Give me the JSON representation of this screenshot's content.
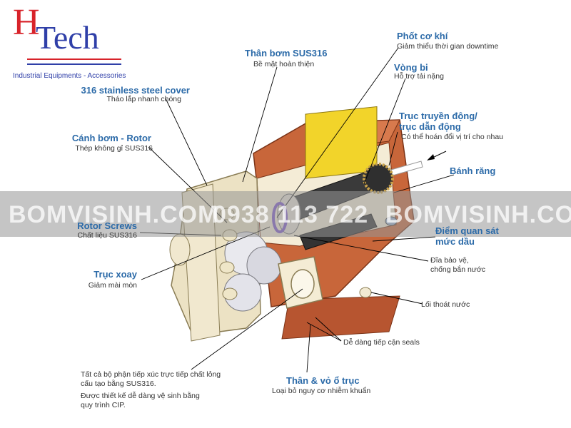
{
  "logo": {
    "letter": "H",
    "word": "Tech",
    "tagline": "Industrial Equipments - Accessories"
  },
  "watermark": {
    "left": "BOMVISINH.COM",
    "middle": "0938 113 722",
    "right": "BOMVISINH.COM"
  },
  "labels": {
    "cover": {
      "title": "316 stainless steel cover",
      "sub": "Tháo lắp nhanh chóng"
    },
    "rotor": {
      "title": "Cánh bơm - Rotor",
      "sub": "Thép không gỉ SUS316"
    },
    "body": {
      "title": "Thân bơm SUS316",
      "sub": "Bề mặt hoàn thiện"
    },
    "seal": {
      "title": "Phốt cơ khí",
      "sub": "Giảm thiểu thời gian downtime"
    },
    "bearing": {
      "title": "Vòng bi",
      "sub": "Hỗ trợ tải nặng"
    },
    "shaft": {
      "title1": "Trục truyền động/",
      "title2": "trục dẫn động",
      "sub": "Có thể hoán đổi vị trí cho nhau"
    },
    "gear": {
      "title": "Bánh răng"
    },
    "oil": {
      "title1": "Điểm quan sát",
      "title2": "mức dầu"
    },
    "disc": {
      "sub1": "Đĩa bảo vệ,",
      "sub2": "chống bắn nước"
    },
    "drain": {
      "sub": "Lối thoát nước"
    },
    "access": {
      "sub": "Dễ dàng tiếp cận seals"
    },
    "housing": {
      "title": "Thân & vỏ ổ trục",
      "sub": "Loại bỏ nguy cơ nhiễm khuẩn"
    },
    "screws": {
      "title": "Rotor Screws",
      "sub": "Chất liệu SUS316"
    },
    "pivot": {
      "title": "Trục xoay",
      "sub": "Giảm mài mòn"
    },
    "contact": {
      "line1": "Tất cả bộ phận tiếp xúc trực tiếp chất lỏng",
      "line2": "cấu tạo bằng SUS316.",
      "line3": "Được thiết kế dễ dàng vệ sinh bằng",
      "line4": "quy trình CIP."
    }
  },
  "colors": {
    "accent": "#2b6aa8",
    "logo_red": "#d8232a",
    "logo_blue": "#2f3fa8",
    "housing": "#c8663a",
    "pump_body": "#ece2c4",
    "gear_yellow": "#f2d42a"
  }
}
